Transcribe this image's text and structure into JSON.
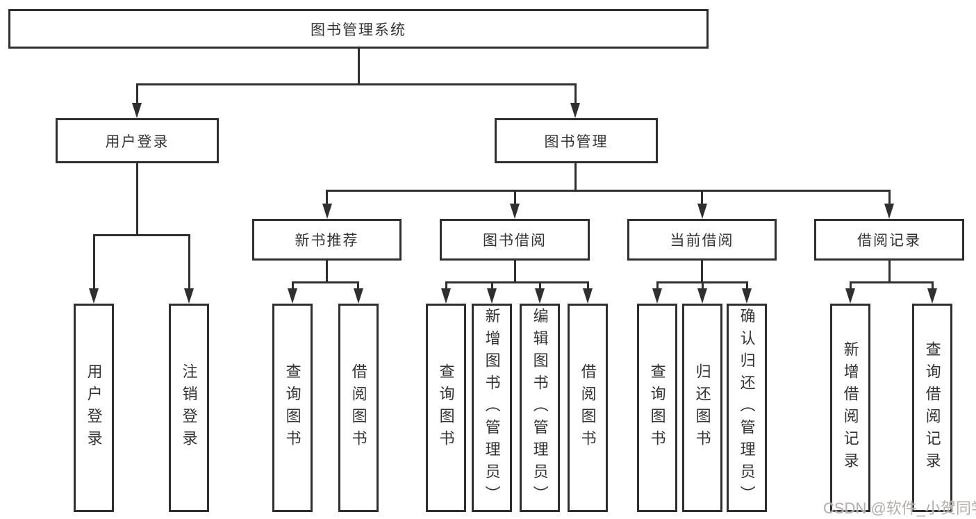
{
  "diagram": {
    "root": {
      "label": "图书管理系统"
    },
    "level2": [
      {
        "label": "用户登录"
      },
      {
        "label": "图书管理"
      }
    ],
    "level3": [
      {
        "label": "新书推荐"
      },
      {
        "label": "图书借阅"
      },
      {
        "label": "当前借阅"
      },
      {
        "label": "借阅记录"
      }
    ],
    "leaves": {
      "user_login": [
        "用户登录",
        "注销登录"
      ],
      "new_books": [
        "查询图书",
        "借阅图书"
      ],
      "borrow": [
        "查询图书",
        "新增图书（管理员）",
        "编辑图书（管理员）",
        "借阅图书"
      ],
      "current": [
        "查询图书",
        "归还图书",
        "确认归还（管理员）"
      ],
      "records": [
        "新增借阅记录",
        "查询借阅记录"
      ]
    }
  },
  "watermark": {
    "text": "CSDN @软件_小贺同学"
  },
  "colors": {
    "line": "#2f2f2f",
    "text": "#333333",
    "box_bg": "#ffffff",
    "background": "#ffffff",
    "watermark": "#b5acac"
  }
}
